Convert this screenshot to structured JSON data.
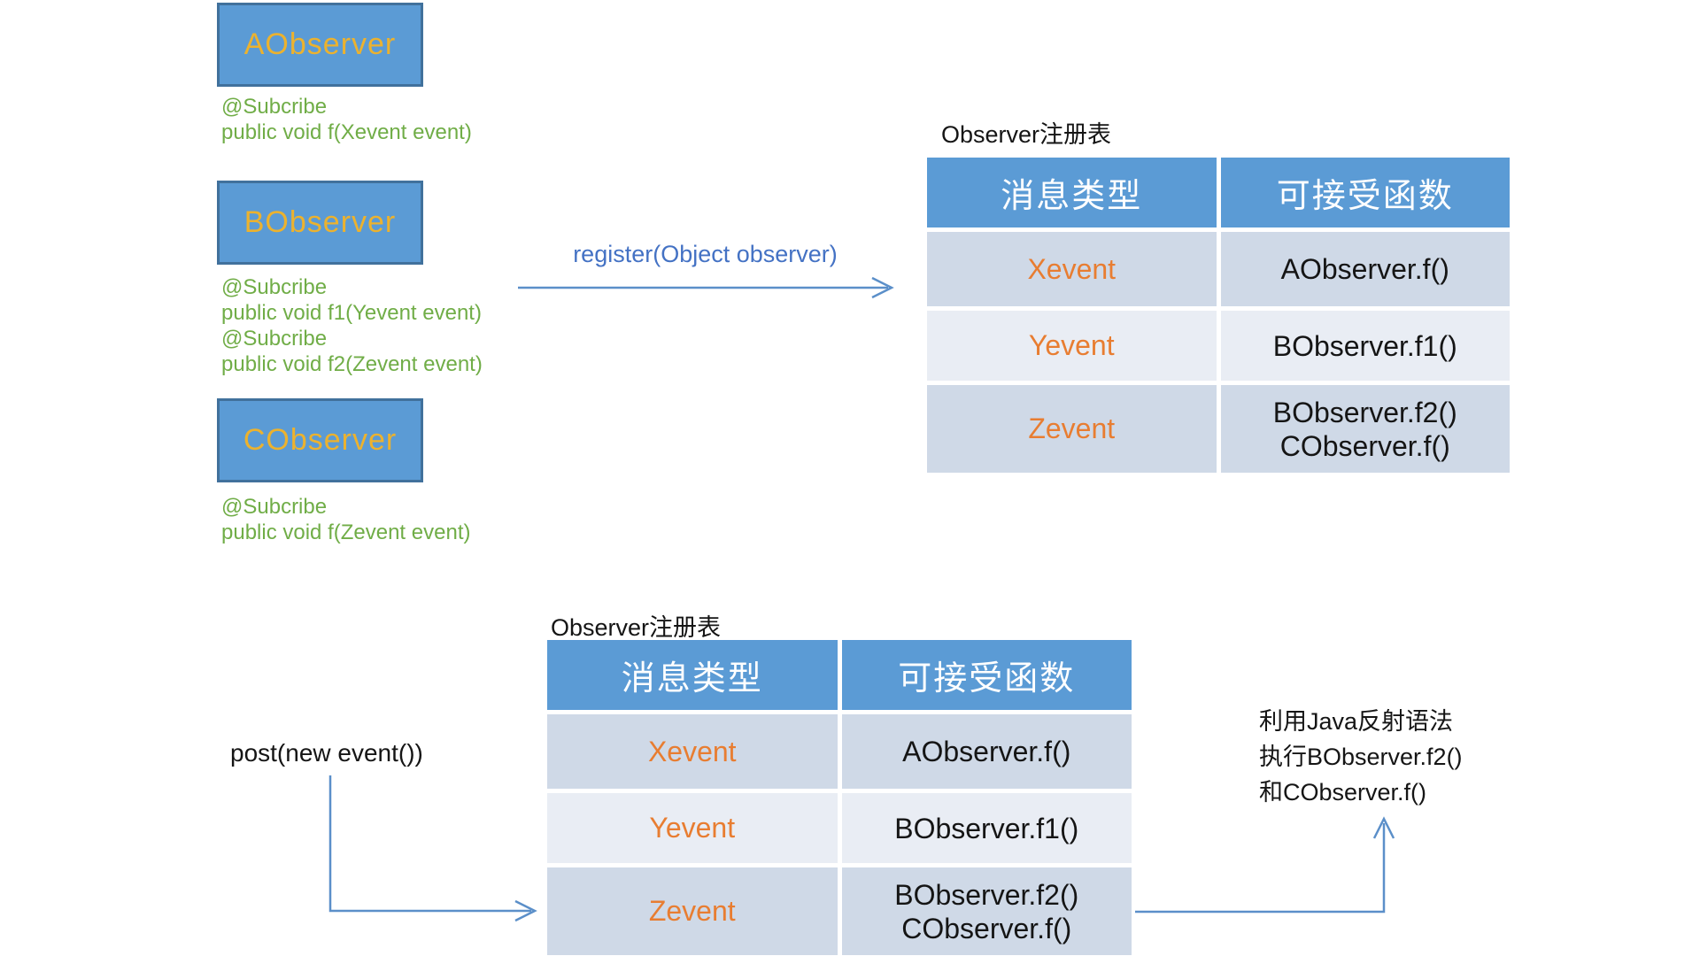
{
  "colors": {
    "box_fill": "#5b9bd5",
    "box_border": "#41719c",
    "box_title": "#ecb22e",
    "annotation_green": "#70ad47",
    "register_label_blue": "#4472c4",
    "arrow_blue": "#5b8fc9",
    "table_header_blue": "#5b9bd5",
    "row_odd": "#cfd9e7",
    "row_even": "#e9edf4",
    "event_orange": "#e87d31",
    "text_black": "#151515"
  },
  "observers": [
    {
      "name": "AObserver",
      "annotations": [
        "@Subcribe",
        "public void f(Xevent event)"
      ]
    },
    {
      "name": "BObserver",
      "annotations": [
        "@Subcribe",
        "public void f1(Yevent event)",
        "@Subcribe",
        "public void f2(Zevent event)"
      ]
    },
    {
      "name": "CObserver",
      "annotations": [
        "@Subcribe",
        "public void f(Zevent event)"
      ]
    }
  ],
  "register_arrow": {
    "label": "register(Object observer)"
  },
  "post_arrow": {
    "label": "post(new event())"
  },
  "tables": [
    {
      "title": "Observer注册表",
      "headers": [
        "消息类型",
        "可接受函数"
      ],
      "rows": [
        {
          "event": "Xevent",
          "funcs": [
            "AObserver.f()"
          ]
        },
        {
          "event": "Yevent",
          "funcs": [
            "BObserver.f1()"
          ]
        },
        {
          "event": "Zevent",
          "funcs": [
            "BObserver.f2()",
            "CObserver.f()"
          ]
        }
      ]
    },
    {
      "title": "Observer注册表",
      "headers": [
        "消息类型",
        "可接受函数"
      ],
      "rows": [
        {
          "event": "Xevent",
          "funcs": [
            "AObserver.f()"
          ]
        },
        {
          "event": "Yevent",
          "funcs": [
            "BObserver.f1()"
          ]
        },
        {
          "event": "Zevent",
          "funcs": [
            "BObserver.f2()",
            "CObserver.f()"
          ]
        }
      ]
    }
  ],
  "reflection_note": {
    "lines": [
      "利用Java反射语法",
      "执行BObserver.f2()",
      "和CObserver.f()"
    ]
  }
}
